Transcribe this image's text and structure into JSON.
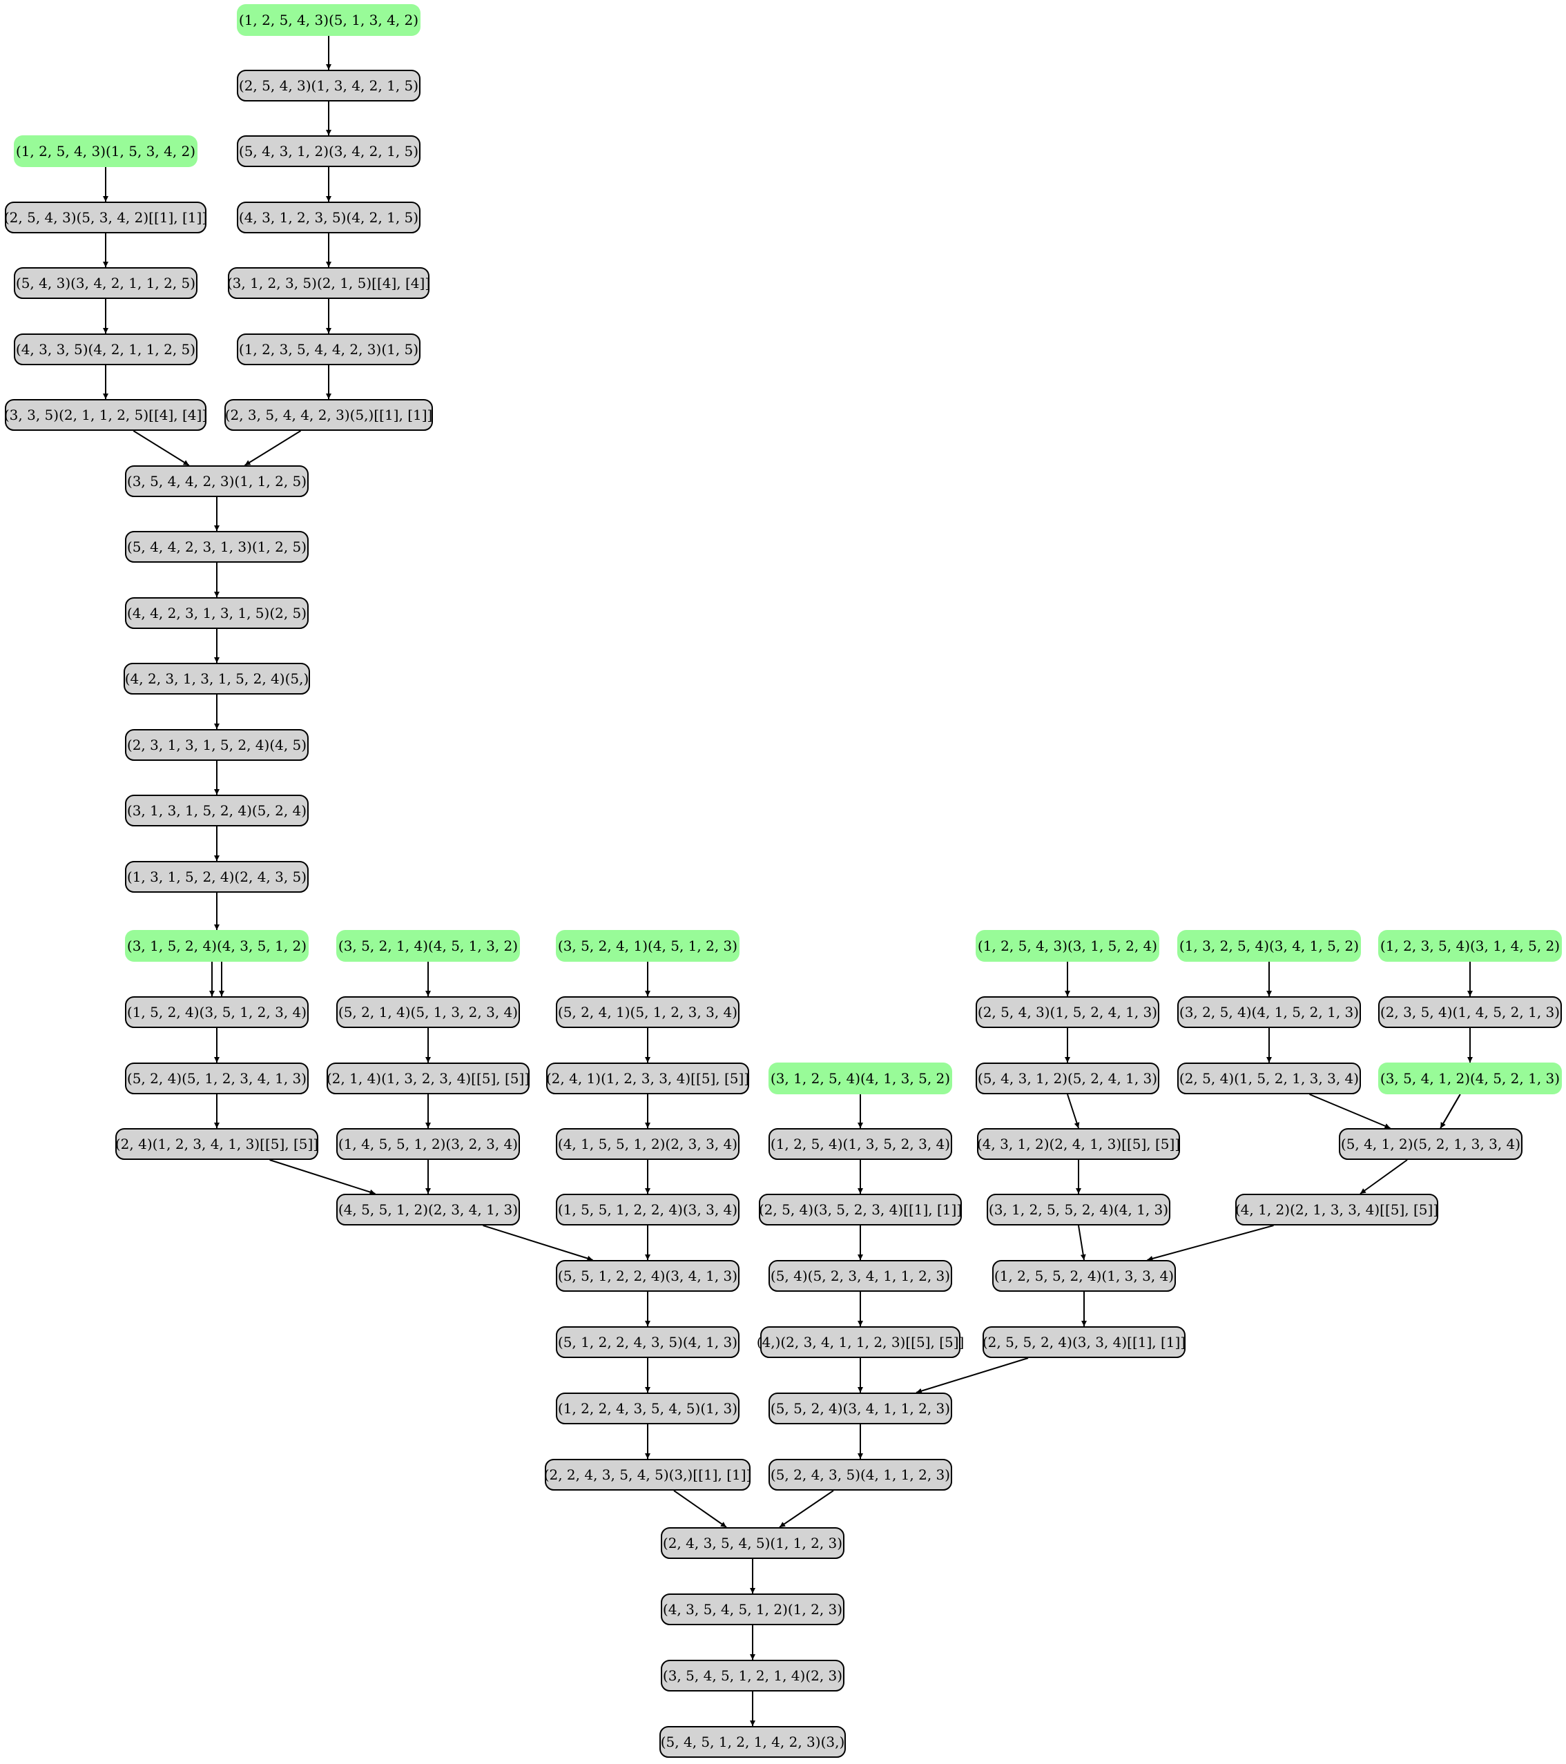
{
  "colors": {
    "source_fill": "#98fb98",
    "node_fill": "#d3d3d3",
    "edge": "#000000"
  },
  "nodes": [
    {
      "id": "n1",
      "label": "(1, 2, 5, 4, 3)(5, 1, 3, 4, 2)",
      "kind": "source"
    },
    {
      "id": "n2",
      "label": "(2, 5, 4, 3)(1, 3, 4, 2, 1, 5)",
      "kind": "normal"
    },
    {
      "id": "n3",
      "label": "(5, 4, 3, 1, 2)(3, 4, 2, 1, 5)",
      "kind": "normal"
    },
    {
      "id": "n4",
      "label": "(4, 3, 1, 2, 3, 5)(4, 2, 1, 5)",
      "kind": "normal"
    },
    {
      "id": "n5",
      "label": "(3, 1, 2, 3, 5)(2, 1, 5)[[4], [4]]",
      "kind": "normal"
    },
    {
      "id": "n6",
      "label": "(1, 2, 3, 5, 4, 4, 2, 3)(1, 5)",
      "kind": "normal"
    },
    {
      "id": "n7",
      "label": "(2, 3, 5, 4, 4, 2, 3)(5,)[[1], [1]]",
      "kind": "normal"
    },
    {
      "id": "m1",
      "label": "(1, 2, 5, 4, 3)(1, 5, 3, 4, 2)",
      "kind": "source"
    },
    {
      "id": "m2",
      "label": "(2, 5, 4, 3)(5, 3, 4, 2)[[1], [1]]",
      "kind": "normal"
    },
    {
      "id": "m3",
      "label": "(5, 4, 3)(3, 4, 2, 1, 1, 2, 5)",
      "kind": "normal"
    },
    {
      "id": "m4",
      "label": "(4, 3, 3, 5)(4, 2, 1, 1, 2, 5)",
      "kind": "normal"
    },
    {
      "id": "m5",
      "label": "(3, 3, 5)(2, 1, 1, 2, 5)[[4], [4]]",
      "kind": "normal"
    },
    {
      "id": "c1",
      "label": "(3, 5, 4, 4, 2, 3)(1, 1, 2, 5)",
      "kind": "normal"
    },
    {
      "id": "c2",
      "label": "(5, 4, 4, 2, 3, 1, 3)(1, 2, 5)",
      "kind": "normal"
    },
    {
      "id": "c3",
      "label": "(4, 4, 2, 3, 1, 3, 1, 5)(2, 5)",
      "kind": "normal"
    },
    {
      "id": "c4",
      "label": "(4, 2, 3, 1, 3, 1, 5, 2, 4)(5,)",
      "kind": "normal"
    },
    {
      "id": "c5",
      "label": "(2, 3, 1, 3, 1, 5, 2, 4)(4, 5)",
      "kind": "normal"
    },
    {
      "id": "c6",
      "label": "(3, 1, 3, 1, 5, 2, 4)(5, 2, 4)",
      "kind": "normal"
    },
    {
      "id": "c7",
      "label": "(1, 3, 1, 5, 2, 4)(2, 4, 3, 5)",
      "kind": "normal"
    },
    {
      "id": "c8",
      "label": "(3, 1, 5, 2, 4)(4, 3, 5, 1, 2)",
      "kind": "source"
    },
    {
      "id": "c9",
      "label": "(1, 5, 2, 4)(3, 5, 1, 2, 3, 4)",
      "kind": "normal"
    },
    {
      "id": "c10",
      "label": "(5, 2, 4)(5, 1, 2, 3, 4, 1, 3)",
      "kind": "normal"
    },
    {
      "id": "c11",
      "label": "(2, 4)(1, 2, 3, 4, 1, 3)[[5], [5]]",
      "kind": "normal"
    },
    {
      "id": "d1",
      "label": "(3, 5, 2, 1, 4)(4, 5, 1, 3, 2)",
      "kind": "source"
    },
    {
      "id": "d2",
      "label": "(5, 2, 1, 4)(5, 1, 3, 2, 3, 4)",
      "kind": "normal"
    },
    {
      "id": "d3",
      "label": "(2, 1, 4)(1, 3, 2, 3, 4)[[5], [5]]",
      "kind": "normal"
    },
    {
      "id": "d4",
      "label": "(1, 4, 5, 5, 1, 2)(3, 2, 3, 4)",
      "kind": "normal"
    },
    {
      "id": "d5",
      "label": "(4, 5, 5, 1, 2)(2, 3, 4, 1, 3)",
      "kind": "normal"
    },
    {
      "id": "e1",
      "label": "(3, 5, 2, 4, 1)(4, 5, 1, 2, 3)",
      "kind": "source"
    },
    {
      "id": "e2",
      "label": "(5, 2, 4, 1)(5, 1, 2, 3, 3, 4)",
      "kind": "normal"
    },
    {
      "id": "e3",
      "label": "(2, 4, 1)(1, 2, 3, 3, 4)[[5], [5]]",
      "kind": "normal"
    },
    {
      "id": "e4",
      "label": "(4, 1, 5, 5, 1, 2)(2, 3, 3, 4)",
      "kind": "normal"
    },
    {
      "id": "e5",
      "label": "(1, 5, 5, 1, 2, 2, 4)(3, 3, 4)",
      "kind": "normal"
    },
    {
      "id": "e6",
      "label": "(5, 5, 1, 2, 2, 4)(3, 4, 1, 3)",
      "kind": "normal"
    },
    {
      "id": "e7",
      "label": "(5, 1, 2, 2, 4, 3, 5)(4, 1, 3)",
      "kind": "normal"
    },
    {
      "id": "e8",
      "label": "(1, 2, 2, 4, 3, 5, 4, 5)(1, 3)",
      "kind": "normal"
    },
    {
      "id": "e9",
      "label": "(2, 2, 4, 3, 5, 4, 5)(3,)[[1], [1]]",
      "kind": "normal"
    },
    {
      "id": "f1",
      "label": "(3, 1, 2, 5, 4)(4, 1, 3, 5, 2)",
      "kind": "source"
    },
    {
      "id": "f2",
      "label": "(1, 2, 5, 4)(1, 3, 5, 2, 3, 4)",
      "kind": "normal"
    },
    {
      "id": "f3",
      "label": "(2, 5, 4)(3, 5, 2, 3, 4)[[1], [1]]",
      "kind": "normal"
    },
    {
      "id": "f4",
      "label": "(5, 4)(5, 2, 3, 4, 1, 1, 2, 3)",
      "kind": "normal"
    },
    {
      "id": "f5",
      "label": "(4,)(2, 3, 4, 1, 1, 2, 3)[[5], [5]]",
      "kind": "normal"
    },
    {
      "id": "f6",
      "label": "(5, 5, 2, 4)(3, 4, 1, 1, 2, 3)",
      "kind": "normal"
    },
    {
      "id": "f7",
      "label": "(5, 2, 4, 3, 5)(4, 1, 1, 2, 3)",
      "kind": "normal"
    },
    {
      "id": "g1",
      "label": "(1, 2, 5, 4, 3)(3, 1, 5, 2, 4)",
      "kind": "source"
    },
    {
      "id": "g2",
      "label": "(2, 5, 4, 3)(1, 5, 2, 4, 1, 3)",
      "kind": "normal"
    },
    {
      "id": "g3",
      "label": "(5, 4, 3, 1, 2)(5, 2, 4, 1, 3)",
      "kind": "normal"
    },
    {
      "id": "g4",
      "label": "(4, 3, 1, 2)(2, 4, 1, 3)[[5], [5]]",
      "kind": "normal"
    },
    {
      "id": "g5",
      "label": "(3, 1, 2, 5, 5, 2, 4)(4, 1, 3)",
      "kind": "normal"
    },
    {
      "id": "g6",
      "label": "(1, 2, 5, 5, 2, 4)(1, 3, 3, 4)",
      "kind": "normal"
    },
    {
      "id": "g7",
      "label": "(2, 5, 5, 2, 4)(3, 3, 4)[[1], [1]]",
      "kind": "normal"
    },
    {
      "id": "h1",
      "label": "(1, 3, 2, 5, 4)(3, 4, 1, 5, 2)",
      "kind": "source"
    },
    {
      "id": "h2",
      "label": "(3, 2, 5, 4)(4, 1, 5, 2, 1, 3)",
      "kind": "normal"
    },
    {
      "id": "h3",
      "label": "(2, 5, 4)(1, 5, 2, 1, 3, 3, 4)",
      "kind": "normal"
    },
    {
      "id": "i1",
      "label": "(1, 2, 3, 5, 4)(3, 1, 4, 5, 2)",
      "kind": "source"
    },
    {
      "id": "i2",
      "label": "(2, 3, 5, 4)(1, 4, 5, 2, 1, 3)",
      "kind": "normal"
    },
    {
      "id": "i3",
      "label": "(3, 5, 4, 1, 2)(4, 5, 2, 1, 3)",
      "kind": "source"
    },
    {
      "id": "j1",
      "label": "(5, 4, 1, 2)(5, 2, 1, 3, 3, 4)",
      "kind": "normal"
    },
    {
      "id": "j2",
      "label": "(4, 1, 2)(2, 1, 3, 3, 4)[[5], [5]]",
      "kind": "normal"
    },
    {
      "id": "k1",
      "label": "(2, 4, 3, 5, 4, 5)(1, 1, 2, 3)",
      "kind": "normal"
    },
    {
      "id": "k2",
      "label": "(4, 3, 5, 4, 5, 1, 2)(1, 2, 3)",
      "kind": "normal"
    },
    {
      "id": "k3",
      "label": "(3, 5, 4, 5, 1, 2, 1, 4)(2, 3)",
      "kind": "normal"
    },
    {
      "id": "k4",
      "label": "(5, 4, 5, 1, 2, 1, 4, 2, 3)(3,)",
      "kind": "normal"
    }
  ],
  "edges": [
    [
      "n1",
      "n2"
    ],
    [
      "n2",
      "n3"
    ],
    [
      "n3",
      "n4"
    ],
    [
      "n4",
      "n5"
    ],
    [
      "n5",
      "n6"
    ],
    [
      "n6",
      "n7"
    ],
    [
      "n7",
      "c1"
    ],
    [
      "m1",
      "m2"
    ],
    [
      "m2",
      "m3"
    ],
    [
      "m3",
      "m4"
    ],
    [
      "m4",
      "m5"
    ],
    [
      "m5",
      "c1"
    ],
    [
      "c1",
      "c2"
    ],
    [
      "c2",
      "c3"
    ],
    [
      "c3",
      "c4"
    ],
    [
      "c4",
      "c5"
    ],
    [
      "c5",
      "c6"
    ],
    [
      "c6",
      "c7"
    ],
    [
      "c7",
      "c8"
    ],
    [
      "c8",
      "c9"
    ],
    [
      "c8",
      "c9"
    ],
    [
      "c9",
      "c10"
    ],
    [
      "c10",
      "c11"
    ],
    [
      "c11",
      "d5"
    ],
    [
      "d1",
      "d2"
    ],
    [
      "d2",
      "d3"
    ],
    [
      "d3",
      "d4"
    ],
    [
      "d4",
      "d5"
    ],
    [
      "d5",
      "e6"
    ],
    [
      "e1",
      "e2"
    ],
    [
      "e2",
      "e3"
    ],
    [
      "e3",
      "e4"
    ],
    [
      "e4",
      "e5"
    ],
    [
      "e5",
      "e6"
    ],
    [
      "e6",
      "e7"
    ],
    [
      "e7",
      "e8"
    ],
    [
      "e8",
      "e9"
    ],
    [
      "e9",
      "k1"
    ],
    [
      "f1",
      "f2"
    ],
    [
      "f2",
      "f3"
    ],
    [
      "f3",
      "f4"
    ],
    [
      "f4",
      "f5"
    ],
    [
      "f5",
      "f6"
    ],
    [
      "f6",
      "f7"
    ],
    [
      "f7",
      "k1"
    ],
    [
      "g1",
      "g2"
    ],
    [
      "g2",
      "g3"
    ],
    [
      "g3",
      "g4"
    ],
    [
      "g4",
      "g5"
    ],
    [
      "g5",
      "g6"
    ],
    [
      "g6",
      "g7"
    ],
    [
      "g7",
      "f6"
    ],
    [
      "h1",
      "h2"
    ],
    [
      "h2",
      "h3"
    ],
    [
      "h3",
      "j1"
    ],
    [
      "i1",
      "i2"
    ],
    [
      "i2",
      "i3"
    ],
    [
      "i3",
      "j1"
    ],
    [
      "i3",
      "j1"
    ],
    [
      "j1",
      "j2"
    ],
    [
      "j2",
      "g6"
    ],
    [
      "k1",
      "k2"
    ],
    [
      "k2",
      "k3"
    ],
    [
      "k3",
      "k4"
    ]
  ]
}
